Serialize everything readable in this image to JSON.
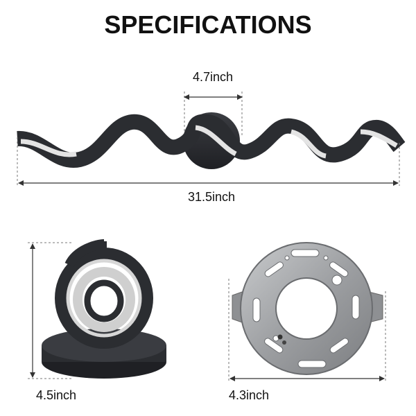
{
  "title": "SPECIFICATIONS",
  "dimensions": {
    "top": "4.7inch",
    "width": "31.5inch",
    "height": "4.5inch",
    "plate": "4.3inch"
  },
  "colors": {
    "fixture": "#2b2d31",
    "led": "#e4e4e4",
    "plate": "#a4a6a8",
    "line": "#555555"
  }
}
